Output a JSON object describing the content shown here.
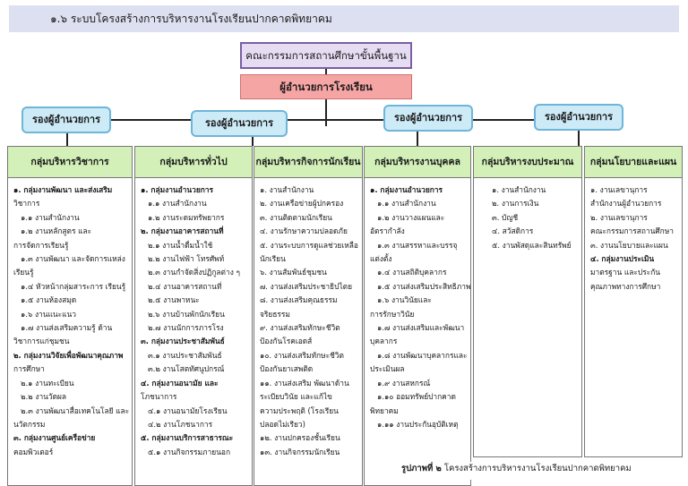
{
  "title": "๑.๖ ระบบโครงสร้างการบริหารงานโรงเรียนปากคาดพิทยาคม",
  "board": "คณะกรรมการสถานศึกษาขั้นพื้นฐาน",
  "director": "ผู้อำนวยการโรงเรียน",
  "deputies": [
    "รองผู้อำนวยการ",
    "รองผู้อำนวยการ",
    "รองผู้อำนวยการ",
    "รองผู้อำนวยการ"
  ],
  "groups": [
    {
      "name": "กลุ่มบริหารวิชาการ",
      "items": [
        "๑. กลุ่มงานพัฒนา และส่งเสริม",
        "วิชาการ",
        "๑.๑ งานสำนักงาน",
        "๑.๒ งานหลักสูตร และ",
        "การจัดการเรียนรู้",
        "๑.๓ งานพัฒนา และจัดการแหล่ง",
        "เรียนรู้",
        "๑.๔ หัวหน้ากลุ่มสาระการ เรียนรู้",
        "๑.๕ งานห้องสมุด",
        "๑.๖ งานแนะแนว",
        "๑.๗ งานส่งเสริมความรู้ ด้าน",
        "วิชาการแก่ชุมชน",
        "๒. กลุ่มงานวิจัยเพื่อพัฒนาคุณภาพ",
        "การศึกษา",
        "๒.๑ งานทะเบียน",
        "๒.๒ งานวัดผล",
        "๒.๓ งานพัฒนาสื่อเทคโนโลยี และ",
        "นวัตกรรม",
        "๓. กลุ่มงานศูนย์เครือข่าย",
        "คอมพิวเตอร์"
      ]
    },
    {
      "name": "กลุ่มบริหารทั่วไป",
      "items": [
        "๑. กลุ่มงานอำนวยการ",
        "๑.๑ งานสำนักงาน",
        "๑.๒ งานระดมทรัพยากร",
        "๒. กลุ่มงานอาคารสถานที่",
        "๒.๑ งานน้ำดื่มน้ำใช้",
        "๒.๒ งานไฟฟ้า โทรศัพท์",
        "๒.๓ งานกำจัดสิ่งปฏิกูลต่าง ๆ",
        "๒.๔ งานอาคารสถานที่",
        "๒.๕ งานพาหนะ",
        "๒.๖ งานบ้านพักนักเรียน",
        "๒.๗ งานนักการภารโรง",
        "๓. กลุ่มงานประชาสัมพันธ์",
        "๓.๑ งานประชาสัมพันธ์",
        "๓.๒ งานโสตทัศนูปกรณ์",
        "๔. กลุ่มงานอนามัย และ",
        "โภชนาการ",
        "๔.๑ งานอนามัยโรงเรียน",
        "๔.๒ งานโภชนาการ",
        "๕. กลุ่มงานบริการสาธารณะ",
        "๕.๑ งานกิจกรรมภายนอก"
      ]
    },
    {
      "name": "กลุ่มบริหารกิจการนักเรียน",
      "items": [
        "๑. งานสำนักงาน",
        "๒. งานเครือข่ายผู้ปกครอง",
        "๓. งานติดตามนักเรียน",
        "๔. งานรักษาความปลอดภัย",
        "๕. งานระบบการดูแลช่วยเหลือ",
        "นักเรียน",
        "๖. งานสัมพันธ์ชุมชน",
        "๗. งานส่งเสริมประชาธิปไตย",
        "๘. งานส่งเสริมคุณธรรม",
        "จริยธรรม",
        "๙. งานส่งเสริมทักษะชีวิต",
        "ป้องกันโรคเอดส์",
        "๑๐. งานส่งเสริมทักษะชีวิต",
        "ป้องกันยาเสพติด",
        "๑๑. งานส่งเสริม พัฒนาด้าน",
        "ระเบียบวินัย และแก้ไข",
        "ความประพฤติ (โรงเรียน",
        "ปลอดไม่เรียว)",
        "๑๒. งานปกครองชั้นเรียน",
        "๑๓. งานกิจกรรมนักเรียน"
      ]
    },
    {
      "name": "กลุ่มบริหารงานบุคคล",
      "items": [
        "๑. กลุ่มงานอำนวยการ",
        "๑.๑ งานสำนักงาน",
        "๑.๒ งานวางแผนและ",
        "อัตรากำลัง",
        "๑.๓ งานสรรหาและบรรจุ",
        "แต่งตั้ง",
        "๑.๔ งานสถิติบุคลากร",
        "๑.๕ งานส่งเสริมประสิทธิภาพ",
        "๑.๖ งานวินัยและ",
        "การรักษาวินัย",
        "๑.๗ งานส่งเสริมและพัฒนา",
        "บุคลากร",
        "๑.๘ งานพัฒนาบุคลากรและ",
        "ประเมินผล",
        "๑.๙ งานสหกรณ์",
        "๑.๑๐ ออมทรัพย์ปากคาด",
        "พิทยาคม",
        "๑.๑๑ งานประกันอุบัติเหตุ"
      ]
    },
    {
      "name": "กลุ่มบริหารงบประมาณ",
      "items": [
        "๑. งานสำนักงาน",
        "๒. งานการเงิน",
        "๓. บัญชี",
        "๔. สวัสดิการ",
        "๕. งานพัสดุและสินทรัพย์"
      ]
    },
    {
      "name": "กลุ่มนโยบายและแผน",
      "items": [
        "๑. งานเลขานุการ",
        "สำนักงานผู้อำนวยการ",
        "๒. งานเลขานุการ",
        "คณะกรรมการสถานศึกษา",
        "๓. งานนโยบายและแผน",
        "๔. กลุ่มงานประเมิน",
        "มาตรฐาน และประกัน",
        "คุณภาพทางการศึกษา"
      ]
    }
  ],
  "caption": {
    "label": "รูปภาพที่ ๒",
    "text": "โครงสร้างการบริหารงานโรงเรียนปากคาดพิทยาคม"
  }
}
